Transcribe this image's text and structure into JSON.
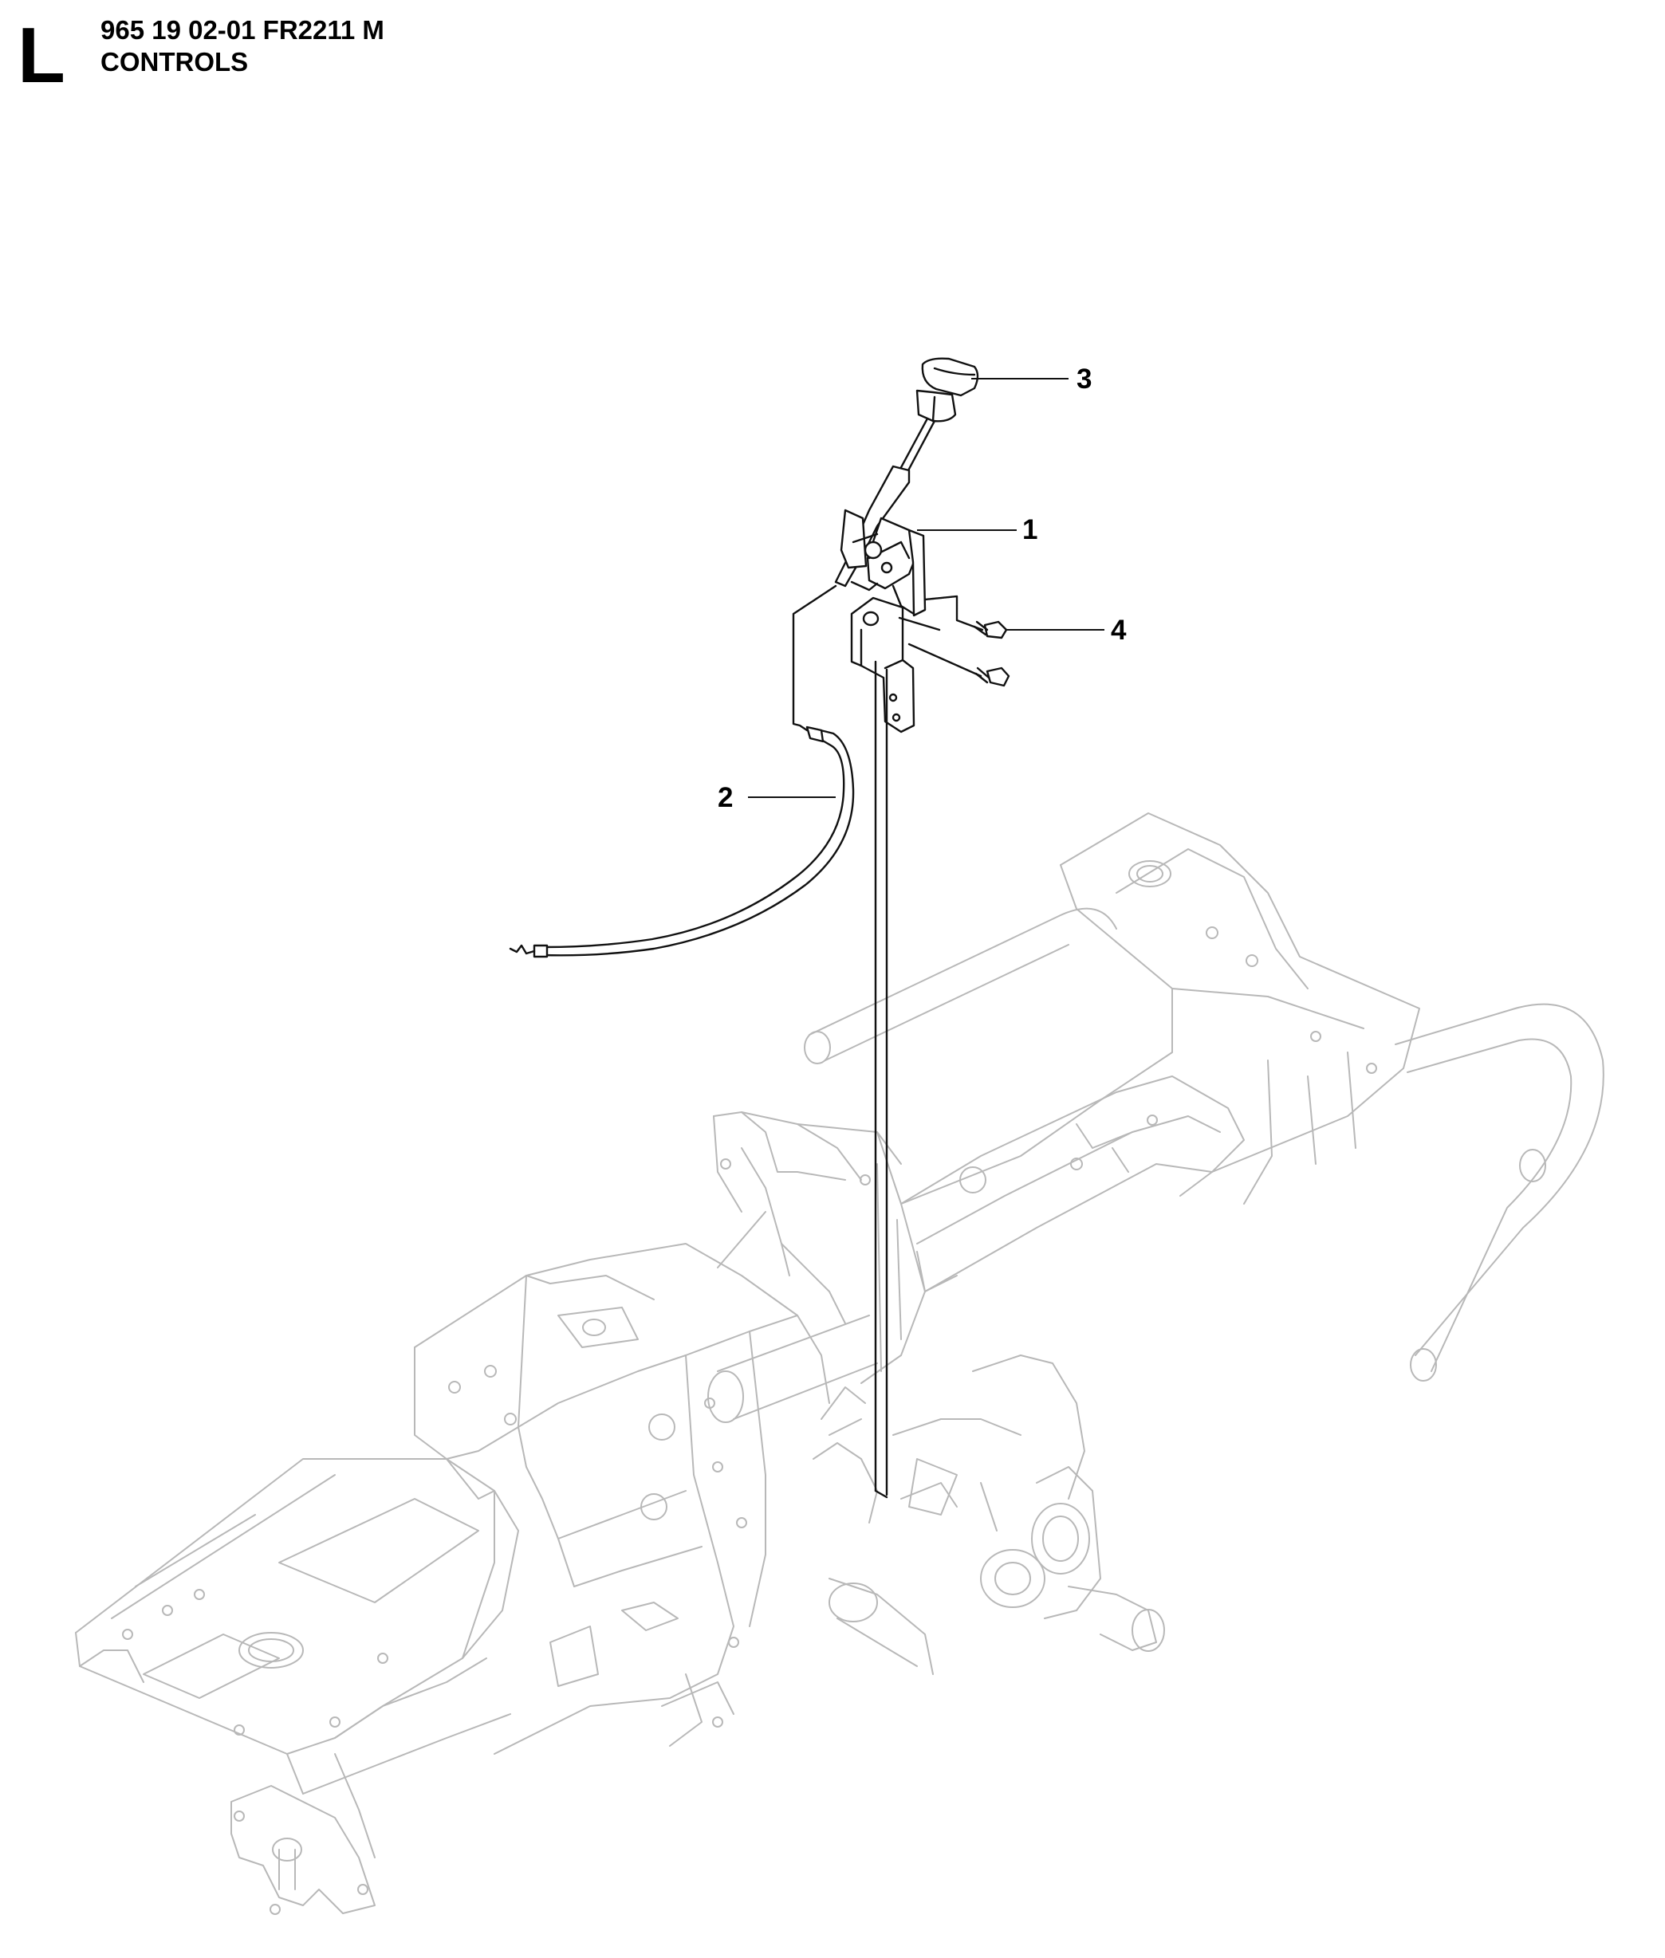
{
  "header": {
    "section_letter": "L",
    "part_line": "965 19 02-01 FR2211 M",
    "title": "CONTROLS"
  },
  "callouts": [
    {
      "id": "1",
      "label": "1"
    },
    {
      "id": "2",
      "label": "2"
    },
    {
      "id": "3",
      "label": "3"
    },
    {
      "id": "4",
      "label": "4"
    }
  ]
}
